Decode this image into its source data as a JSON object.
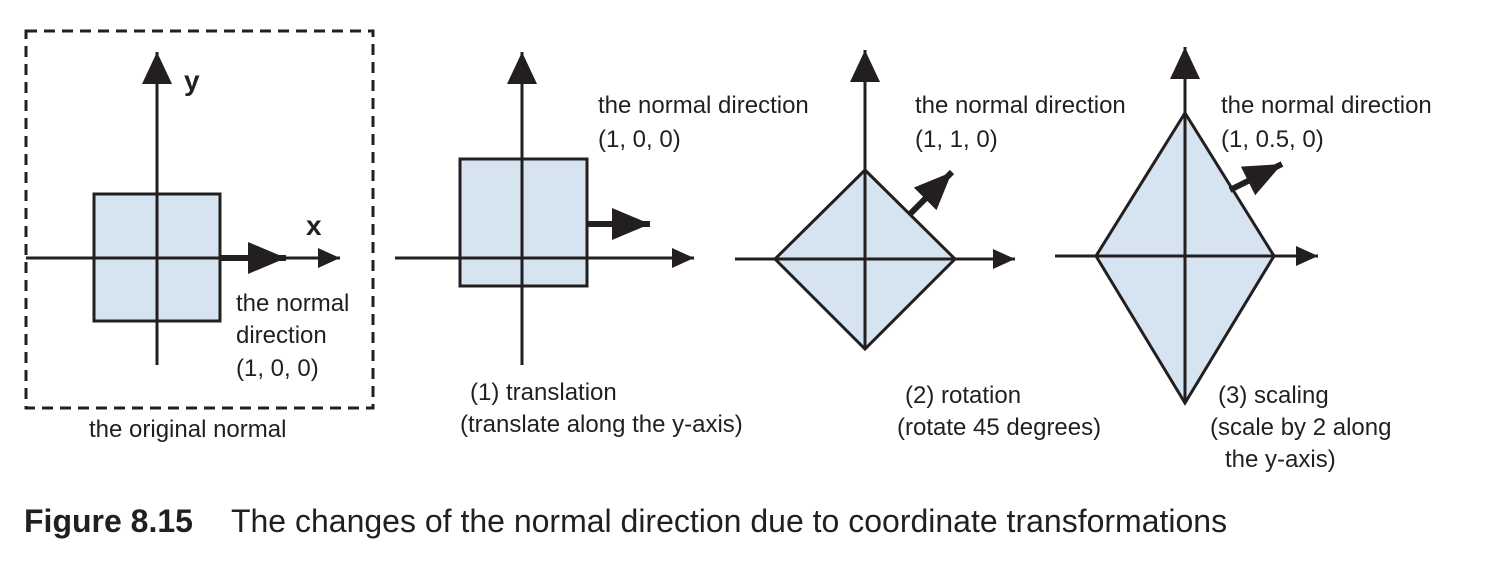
{
  "colors": {
    "fill": "#d6e3f1",
    "stroke": "#231f20"
  },
  "panels": {
    "original": {
      "y_label": "y",
      "x_label": "x",
      "normal_label": [
        "the normal",
        "direction",
        "(1,  0,  0)"
      ],
      "caption": "the original normal"
    },
    "translation": {
      "normal_label": [
        "the normal direction",
        "(1,  0,  0)"
      ],
      "caption": [
        "(1) translation",
        "(translate along the y-axis)"
      ]
    },
    "rotation": {
      "normal_label": [
        "the normal direction",
        "(1,  1,  0)"
      ],
      "caption": [
        "(2) rotation",
        "(rotate 45 degrees)"
      ]
    },
    "scaling": {
      "normal_label": [
        "the normal direction",
        "(1, 0.5, 0)"
      ],
      "caption": [
        "(3) scaling",
        "(scale by 2 along",
        "the y-axis)"
      ]
    }
  },
  "figure_caption": {
    "number": "Figure 8.15",
    "text": "The changes of the normal direction due to coordinate transformations"
  }
}
